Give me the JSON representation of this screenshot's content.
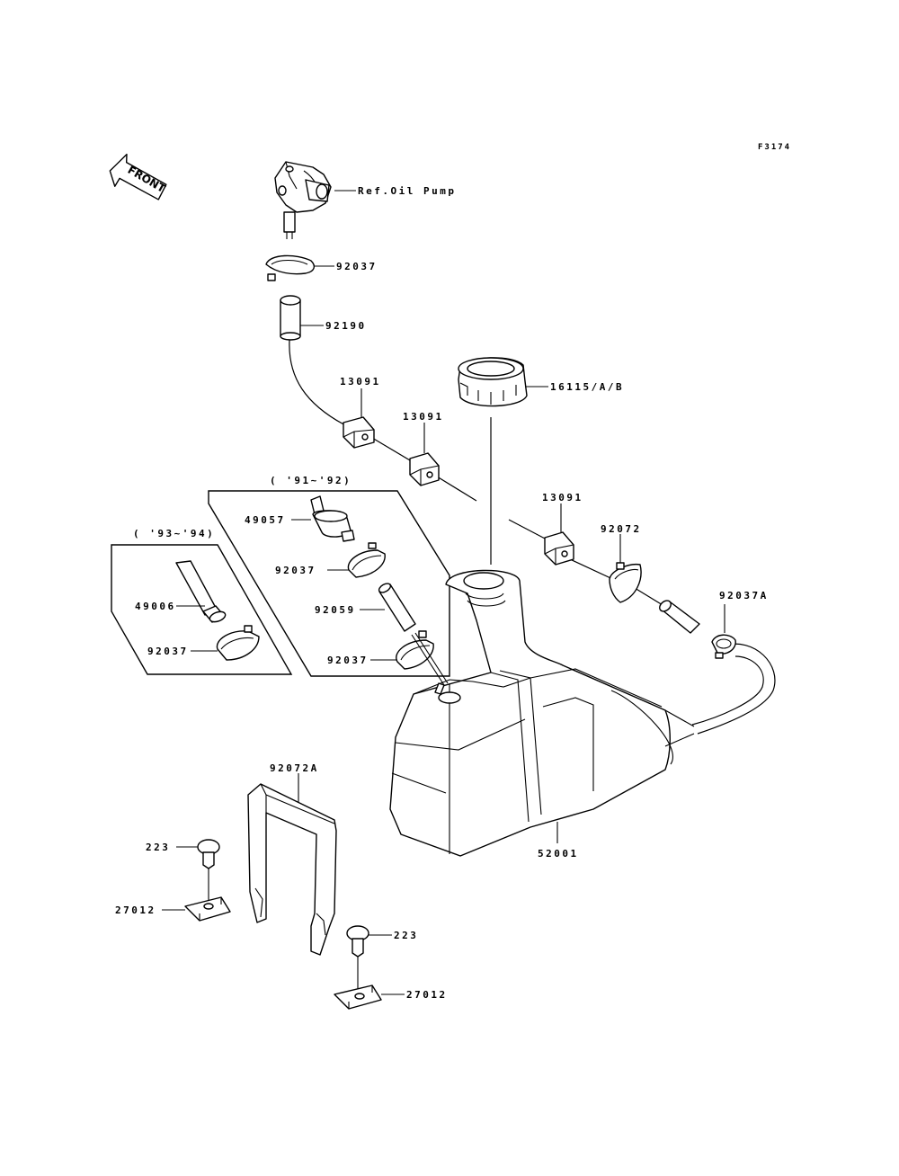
{
  "figure_code": "F3174",
  "front_label": "FRONT",
  "groups": {
    "g1": "( '91~'92)",
    "g2": "( '93~'94)"
  },
  "labels": {
    "oil_pump": "Ref.Oil Pump",
    "clamp_top": "92037",
    "hose_top": "92190",
    "clamp_13091_a": "13091",
    "clamp_13091_b": "13091",
    "clamp_13091_c": "13091",
    "cap": "16115/A/B",
    "part_49057": "49057",
    "part_92037_g1a": "92037",
    "part_92059": "92059",
    "part_92037_g1b": "92037",
    "part_49006": "49006",
    "part_92037_g2": "92037",
    "part_92072": "92072",
    "part_92037A": "92037A",
    "part_92072A": "92072A",
    "tank": "52001",
    "bolt_left": "223",
    "bracket_left": "27012",
    "bolt_right": "223",
    "bracket_right": "27012"
  }
}
